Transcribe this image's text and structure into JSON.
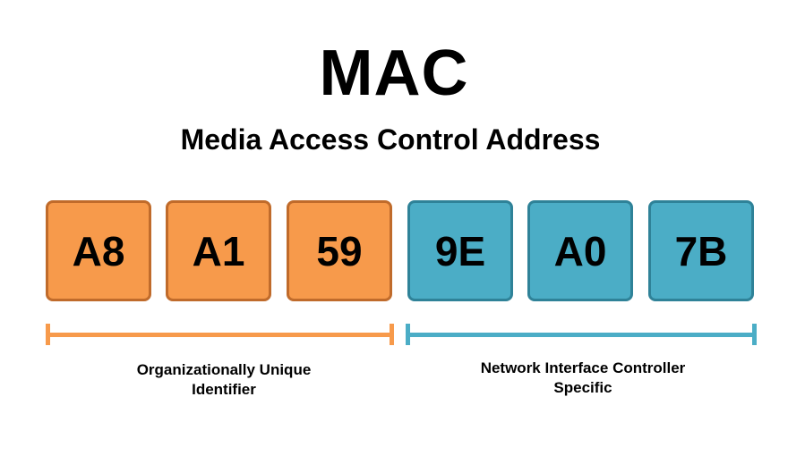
{
  "title": "MAC",
  "subtitle": "Media Access Control Address",
  "octets": [
    {
      "value": "A8",
      "group": "oui"
    },
    {
      "value": "A1",
      "group": "oui"
    },
    {
      "value": "59",
      "group": "oui"
    },
    {
      "value": "9E",
      "group": "nic"
    },
    {
      "value": "A0",
      "group": "nic"
    },
    {
      "value": "7B",
      "group": "nic"
    }
  ],
  "groups": {
    "oui": {
      "label": "Organizationally Unique\nIdentifier",
      "color": "#f79a4b",
      "border": "#c06b2b"
    },
    "nic": {
      "label": "Network Interface Controller\nSpecific",
      "color": "#4badc6",
      "border": "#2f8298"
    }
  }
}
